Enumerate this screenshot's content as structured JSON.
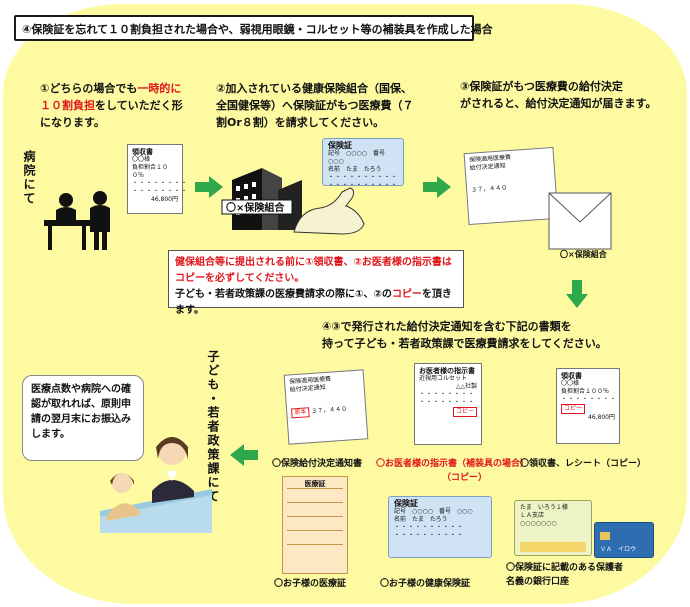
{
  "title": "④保険証を忘れて１０割負担された場合や、弱視用眼鏡・コルセット等の補装具を作成した場合",
  "step1": {
    "pre": "①どちらの場合でも",
    "highlight1": "一時的に",
    "highlight2": "１０割負担",
    "post": "をしていただく形",
    "line3": "になります。"
  },
  "step2": {
    "line1": "②加入されている健康保険組合（国保、",
    "line2": "全国健保等）へ保険証がもつ医療費（７",
    "line3": "割Or８割）を請求してください。"
  },
  "step3": {
    "line1": "③保険証がもつ医療費の給付決定",
    "line2": "がされると、給付決定通知が届きます。"
  },
  "hospital_label": "病院にて",
  "receipt_doc": {
    "title": "領収書",
    "name": "〇〇様",
    "line": "負担割合１００％",
    "dots1": "・・・・・・・・",
    "dots2": "・・・・・・・・",
    "amount": "46,800円"
  },
  "insurance_building_label": "〇×保険組合",
  "insurance_card_small": {
    "title": "保険証",
    "line1": "記号　○○○○　番号　○○○",
    "line2": "名前　たま　たろう",
    "dots1": "・・・・・・・・・・",
    "dots2": "・・・・・・・・・・"
  },
  "notification_doc": {
    "line1": "保険適用医療費",
    "line2": "給付決定通知",
    "amount": "３７，４４０"
  },
  "envelope_label": "〇×保険組合",
  "notice": {
    "line1": "健保組合等に提出される前に①領収書、②お医者様の指示書は",
    "line2": "コピーを必ずしてください。",
    "line3_pre": "子ども・若者政策課の医療費請求の際に①、②の",
    "line3_red": "コピー",
    "line3_post": "を頂きます。"
  },
  "step4": {
    "line1": "④③で発行された給付決定通知を含む下記の書類を",
    "line2": "持って子ども・若者政策課で医療費請求をしてください。"
  },
  "vertical_label": "子ども・若者政策課にて",
  "speech": {
    "line1": "医療点数や病院への確",
    "line2": "認が取れれば、原則申",
    "line3": "請の翌月末にお振込み",
    "line4": "します。"
  },
  "doc_notice": {
    "line1": "保険適用医療費",
    "line2": "給付決定通知",
    "stamp": "原本",
    "amount": "３７，４４０"
  },
  "doc_prescription": {
    "title": "お医者様の指示書",
    "line1": "近視用コルセット",
    "line2": "△△社製",
    "copy": "コピー"
  },
  "doc_receipt": {
    "title": "領収書",
    "name": "〇〇様",
    "line": "負担割合１００％",
    "copy": "コピー",
    "amount": "46,800円"
  },
  "doc_medical_cert": {
    "title": "医療証"
  },
  "doc_insurance_card": {
    "title": "保険証",
    "line1": "記号　○○○○　番号　○○○",
    "line2": "名前　たま　たろう",
    "dots1": "・・・・・・・・・・",
    "dots2": "・・・・・・・・・・"
  },
  "bankbook": {
    "name": "たま　いろう１様",
    "line": "ＬＡ支店　○○○○○○○",
    "card_label": "ＶＡ　イロウ"
  },
  "labels": {
    "notice": "〇保険給付決定通知書",
    "prescription": "〇お医者様の指示書（補装具の場合）",
    "prescription2": "（コピー）",
    "receipt": "〇領収書、レシート（コピー）",
    "medical_cert": "〇お子様の医療証",
    "insurance_card": "〇お子様の健康保険証",
    "bank1": "〇保険証に記載のある保護者",
    "bank2": "名義の銀行口座"
  },
  "colors": {
    "background": "#fdfaa2",
    "red": "#e0161c",
    "arrow_green": "#2ea84a",
    "card_blue": "#cfe3f4"
  }
}
